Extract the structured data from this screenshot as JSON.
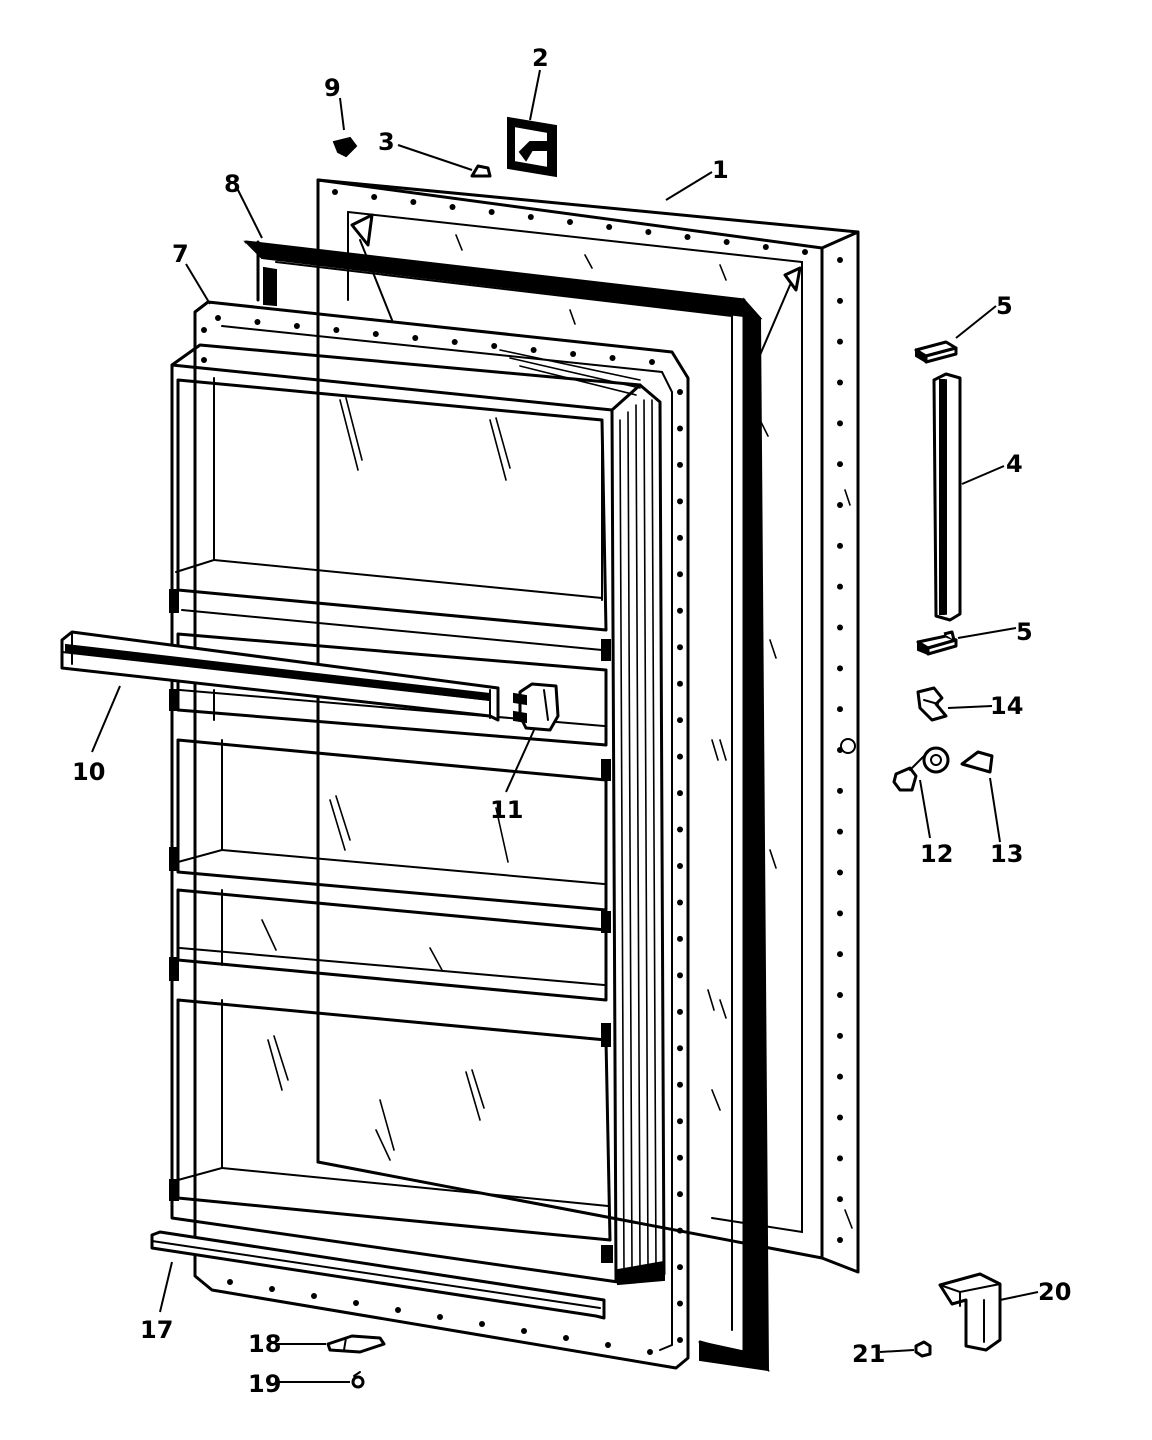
{
  "labels": [
    {
      "id": "1",
      "text": "1"
    },
    {
      "id": "2",
      "text": "2"
    },
    {
      "id": "3",
      "text": "3"
    },
    {
      "id": "4",
      "text": "4"
    },
    {
      "id": "5a",
      "text": "5"
    },
    {
      "id": "5b",
      "text": "5"
    },
    {
      "id": "7",
      "text": "7"
    },
    {
      "id": "8",
      "text": "8"
    },
    {
      "id": "9",
      "text": "9"
    },
    {
      "id": "10",
      "text": "10"
    },
    {
      "id": "11",
      "text": "11"
    },
    {
      "id": "12",
      "text": "12"
    },
    {
      "id": "13",
      "text": "13"
    },
    {
      "id": "14",
      "text": "14"
    },
    {
      "id": "17",
      "text": "17"
    },
    {
      "id": "18",
      "text": "18"
    },
    {
      "id": "19",
      "text": "19"
    },
    {
      "id": "20",
      "text": "20"
    },
    {
      "id": "21",
      "text": "21"
    }
  ]
}
